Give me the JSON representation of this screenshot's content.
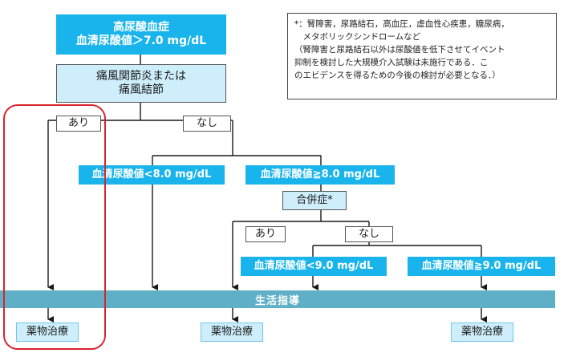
{
  "top_box": {
    "line1": "高尿酸血症",
    "line2": "血清尿酸値＞7.0 mg/dL"
  },
  "gout_box": {
    "line1": "痛風関節炎または",
    "line2": "痛風結節"
  },
  "branch_labels": {
    "yes_1": "あり",
    "no_1": "なし",
    "yes_2": "あり",
    "no_2": "なし"
  },
  "level_boxes": {
    "lt8": "血清尿酸値<8.0 mg/dL",
    "ge8": "血清尿酸値≧8.0 mg/dL",
    "lt9": "血清尿酸値<9.0 mg/dL",
    "ge9": "血清尿酸値≧9.0 mg/dL"
  },
  "complication_box": "合併症*",
  "lifestyle_band": "生活指導",
  "treatment_label": "薬物治療",
  "note_lines": [
    "*：腎障害，尿路結石，高血圧，虚血性心疾患，糖尿病，",
    "　メタボリックシンドロームなど",
    "（腎障害と尿路結石以外は尿酸値を低下させてイベント",
    "抑制を検討した大規模介入試験は未施行である．こ",
    "のエビデンスを得るための今後の検討が必要となる．）"
  ],
  "colors": {
    "primary": "#19b4ec",
    "light": "#cdeefa",
    "band": "#5fb0c6",
    "highlight": "#d9232d"
  }
}
